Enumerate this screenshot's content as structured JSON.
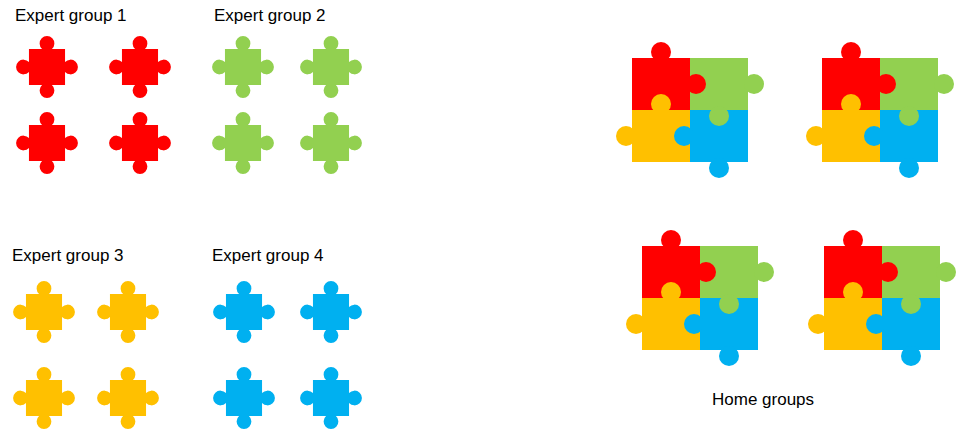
{
  "diagram": {
    "labels": [
      "Expert group 1",
      "Expert group 2",
      "Expert group 3",
      "Expert group 4",
      "Home groups"
    ]
  }
}
